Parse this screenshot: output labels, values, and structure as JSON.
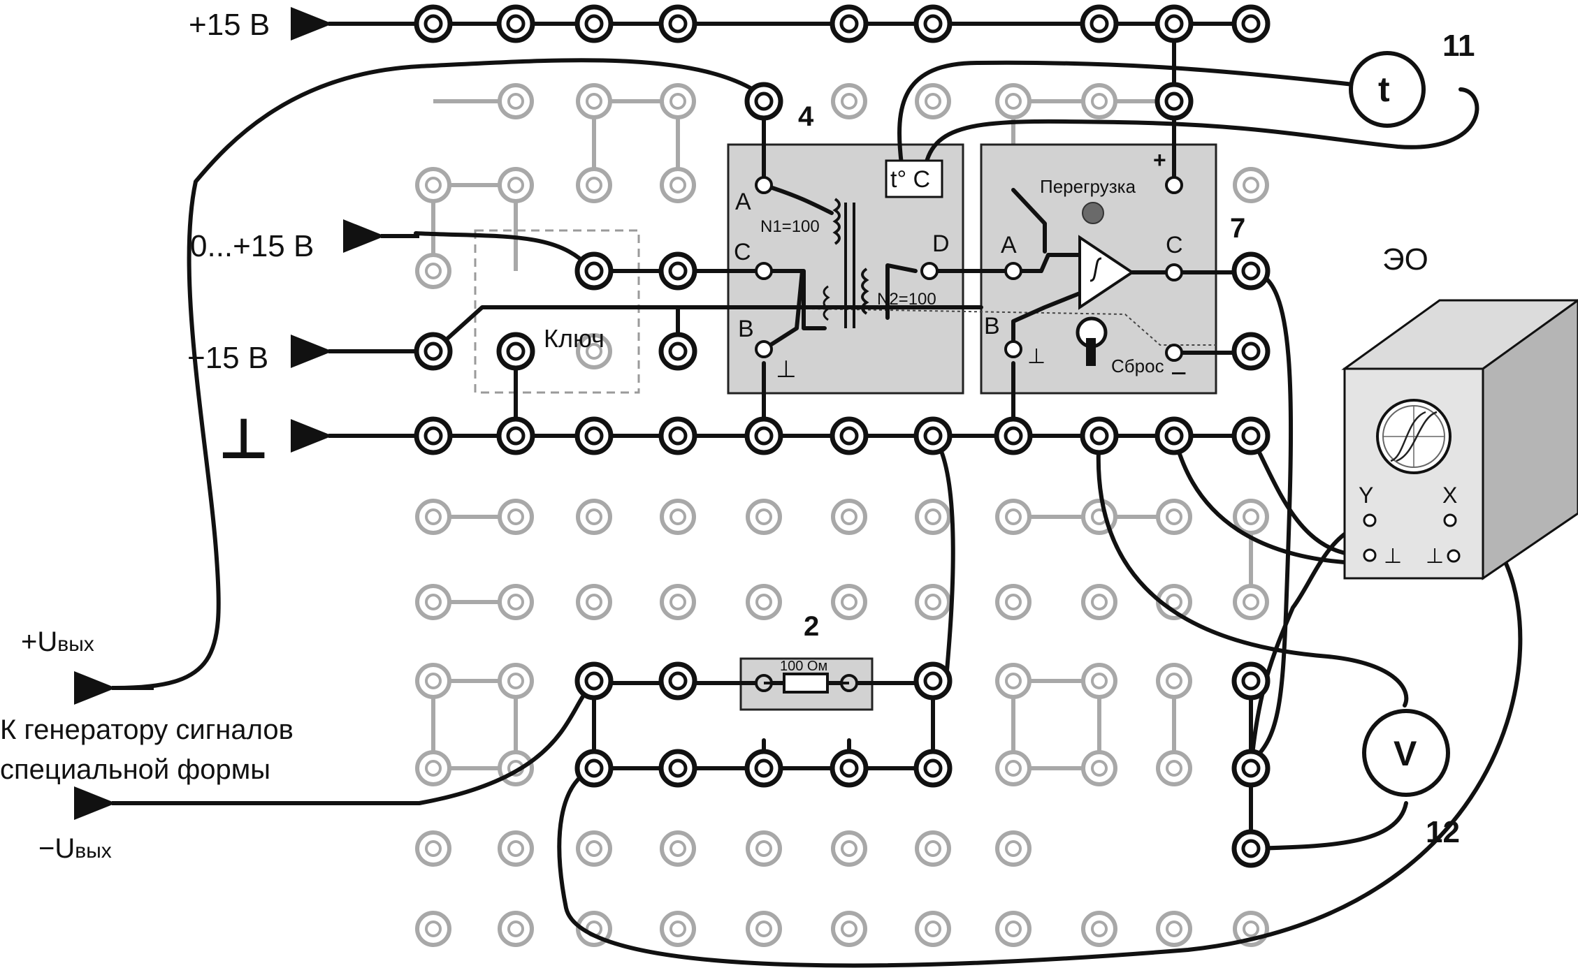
{
  "rails": {
    "plus15": "+15 В",
    "adj": "0...+15 В",
    "minus15": "−15 В",
    "ground": "⊥"
  },
  "switch_label": "Ключ",
  "modules": {
    "transformer": {
      "number": "4",
      "pin_a": "A",
      "pin_c": "C",
      "pin_b": "B",
      "pin_d": "D",
      "pin_ground": "⊥",
      "n1": "N1=100",
      "n2": "N2=100",
      "temp": "t° C"
    },
    "integrator": {
      "number": "7",
      "pin_a": "A",
      "pin_c": "C",
      "pin_b": "B",
      "pin_plus": "+",
      "pin_minus": "−",
      "pin_ground": "⊥",
      "overload": "Перегрузка",
      "reset": "Сброс"
    },
    "resistor": {
      "number": "2",
      "value": "100 Ом"
    }
  },
  "meters": {
    "thermometer": {
      "symbol": "t",
      "number": "11"
    },
    "voltmeter": {
      "symbol": "V",
      "number": "12"
    }
  },
  "oscilloscope": {
    "label": "ЭО",
    "input_y": "Y",
    "input_x": "X",
    "ground_left": "⊥",
    "ground_right": "⊥"
  },
  "generator": {
    "plus_u": "+U",
    "plus_sub": "вых",
    "minus_u": "−U",
    "minus_sub": "вых",
    "line1": "К генератору  сигналов",
    "line2": "специальной формы"
  },
  "colors": {
    "wire": "#111111",
    "inactive_socket": "#a8a8a8",
    "module_fill": "#d2d2d2",
    "overload_lamp": "#6a6a6a"
  }
}
